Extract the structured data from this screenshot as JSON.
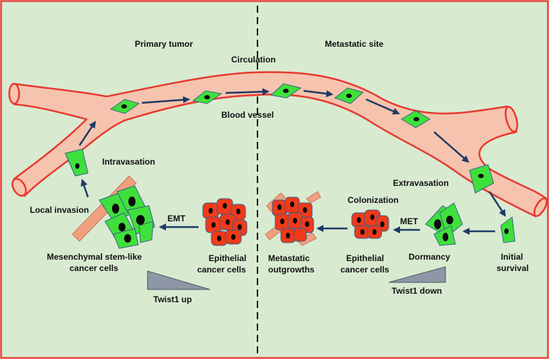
{
  "colors": {
    "background": "#d8ebd1",
    "frame": "#e8433a",
    "vessel_fill": "#f6c4ae",
    "vessel_stroke": "#e63a30",
    "mesenchymal_cell": "#3fe03b",
    "epithelial_cell": "#f03a1a",
    "cell_outline": "#3a5f88",
    "nucleus": "#0a0a0a",
    "arrow": "#1f3a66",
    "matrix_fiber": "#f1a07f",
    "gradient_triangle": "#8d97a5"
  },
  "labels": {
    "primary_tumor": "Primary tumor",
    "metastatic_site": "Metastatic site",
    "circulation": "Circulation",
    "blood_vessel": "Blood vessel",
    "intravasation": "Intravasation",
    "local_invasion": "Local invasion",
    "emt": "EMT",
    "mesenchymal_line1": "Mesenchymal stem-like",
    "mesenchymal_line2": "cancer cells",
    "epithelial_left_line1": "Epithelial",
    "epithelial_left_line2": "cancer cells",
    "twist_up": "Twist1 up",
    "metastatic_outgrowths_line1": "Metastatic",
    "metastatic_outgrowths_line2": "outgrowths",
    "colonization": "Colonization",
    "met": "MET",
    "epithelial_right_line1": "Epithelial",
    "epithelial_right_line2": "cancer cells",
    "dormancy": "Dormancy",
    "twist_down": "Twist1 down",
    "extravasation": "Extravasation",
    "initial_survival_line1": "Initial",
    "initial_survival_line2": "survival"
  },
  "icons": {
    "cell_mesenchymal": "green-spindle-cell-icon",
    "cell_epithelial": "red-rounded-cell-icon",
    "flow_arrow": "arrow-icon"
  }
}
